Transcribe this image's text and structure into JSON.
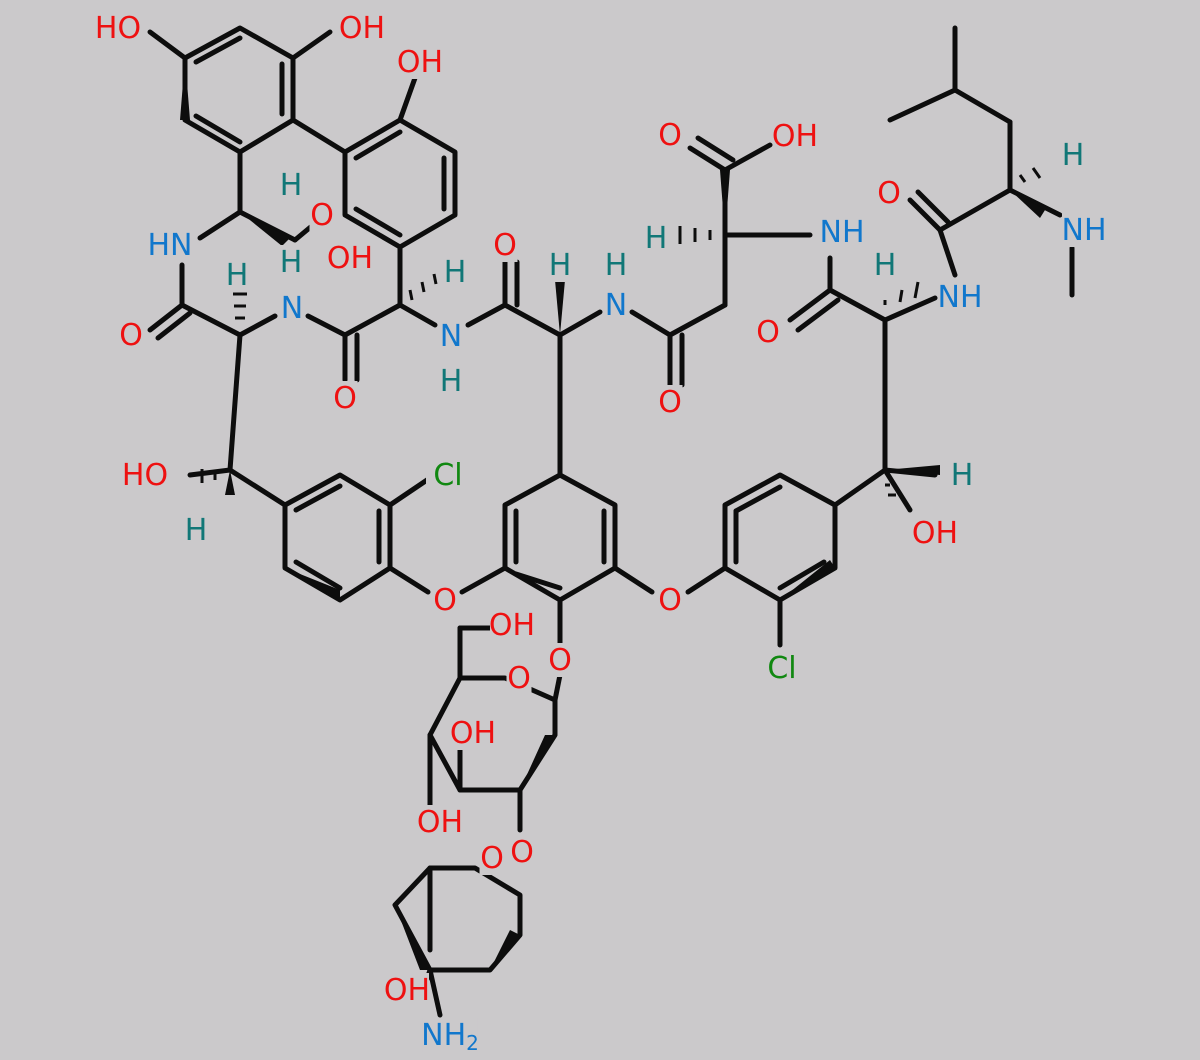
{
  "colors": {
    "background": "#cbc9cb",
    "bond": "#0d0d0d",
    "O": "#ee1111",
    "N": "#1177cc",
    "H": "#117777",
    "Cl": "#118811"
  },
  "labels": [
    {
      "id": "ho-a",
      "text": "HO",
      "el": "O"
    },
    {
      "id": "oh-a",
      "text": "OH",
      "el": "O"
    },
    {
      "id": "oh-b",
      "text": "OH",
      "el": "O"
    },
    {
      "id": "o-acid1",
      "text": "O",
      "el": "O"
    },
    {
      "id": "h-1",
      "text": "H",
      "el": "H"
    },
    {
      "id": "h-2",
      "text": "H",
      "el": "H"
    },
    {
      "id": "oh-acid1",
      "text": "OH",
      "el": "O"
    },
    {
      "id": "hn-1",
      "text": "HN",
      "el": "N"
    },
    {
      "id": "h-3",
      "text": "H",
      "el": "H"
    },
    {
      "id": "o-1",
      "text": "O",
      "el": "O"
    },
    {
      "id": "n-1",
      "text": "N",
      "el": "N"
    },
    {
      "id": "o-2",
      "text": "O",
      "el": "O"
    },
    {
      "id": "h-4",
      "text": "H",
      "el": "H"
    },
    {
      "id": "n-2",
      "text": "N",
      "el": "N"
    },
    {
      "id": "h-5",
      "text": "H",
      "el": "H"
    },
    {
      "id": "o-3",
      "text": "O",
      "el": "O"
    },
    {
      "id": "h-6",
      "text": "H",
      "el": "H"
    },
    {
      "id": "h-7",
      "text": "H",
      "el": "H"
    },
    {
      "id": "n-3",
      "text": "N",
      "el": "N"
    },
    {
      "id": "o-4",
      "text": "O",
      "el": "O"
    },
    {
      "id": "o-acid2",
      "text": "O",
      "el": "O"
    },
    {
      "id": "oh-acid2",
      "text": "OH",
      "el": "O"
    },
    {
      "id": "h-8",
      "text": "H",
      "el": "H"
    },
    {
      "id": "nh-1",
      "text": "NH",
      "el": "N"
    },
    {
      "id": "h-9",
      "text": "H",
      "el": "H"
    },
    {
      "id": "o-5",
      "text": "O",
      "el": "O"
    },
    {
      "id": "nh-2",
      "text": "NH",
      "el": "N"
    },
    {
      "id": "h-10",
      "text": "H",
      "el": "H"
    },
    {
      "id": "o-6",
      "text": "O",
      "el": "O"
    },
    {
      "id": "nh-3",
      "text": "NH",
      "el": "N"
    },
    {
      "id": "ho-b",
      "text": "HO",
      "el": "O"
    },
    {
      "id": "h-11",
      "text": "H",
      "el": "H"
    },
    {
      "id": "cl-1",
      "text": "Cl",
      "el": "Cl"
    },
    {
      "id": "h-12",
      "text": "H",
      "el": "H"
    },
    {
      "id": "oh-c",
      "text": "OH",
      "el": "O"
    },
    {
      "id": "o-eth1",
      "text": "O",
      "el": "O"
    },
    {
      "id": "o-eth2",
      "text": "O",
      "el": "O"
    },
    {
      "id": "cl-2",
      "text": "Cl",
      "el": "Cl"
    },
    {
      "id": "oh-d",
      "text": "OH",
      "el": "O"
    },
    {
      "id": "o-ring1",
      "text": "O",
      "el": "O"
    },
    {
      "id": "o-gly1",
      "text": "O",
      "el": "O"
    },
    {
      "id": "oh-e",
      "text": "OH",
      "el": "O"
    },
    {
      "id": "oh-f",
      "text": "OH",
      "el": "O"
    },
    {
      "id": "o-gly2",
      "text": "O",
      "el": "O"
    },
    {
      "id": "o-ring2",
      "text": "O",
      "el": "O"
    },
    {
      "id": "oh-g",
      "text": "OH",
      "el": "O"
    },
    {
      "id": "nh2",
      "text": "NH",
      "sub": "2",
      "el": "N"
    }
  ]
}
